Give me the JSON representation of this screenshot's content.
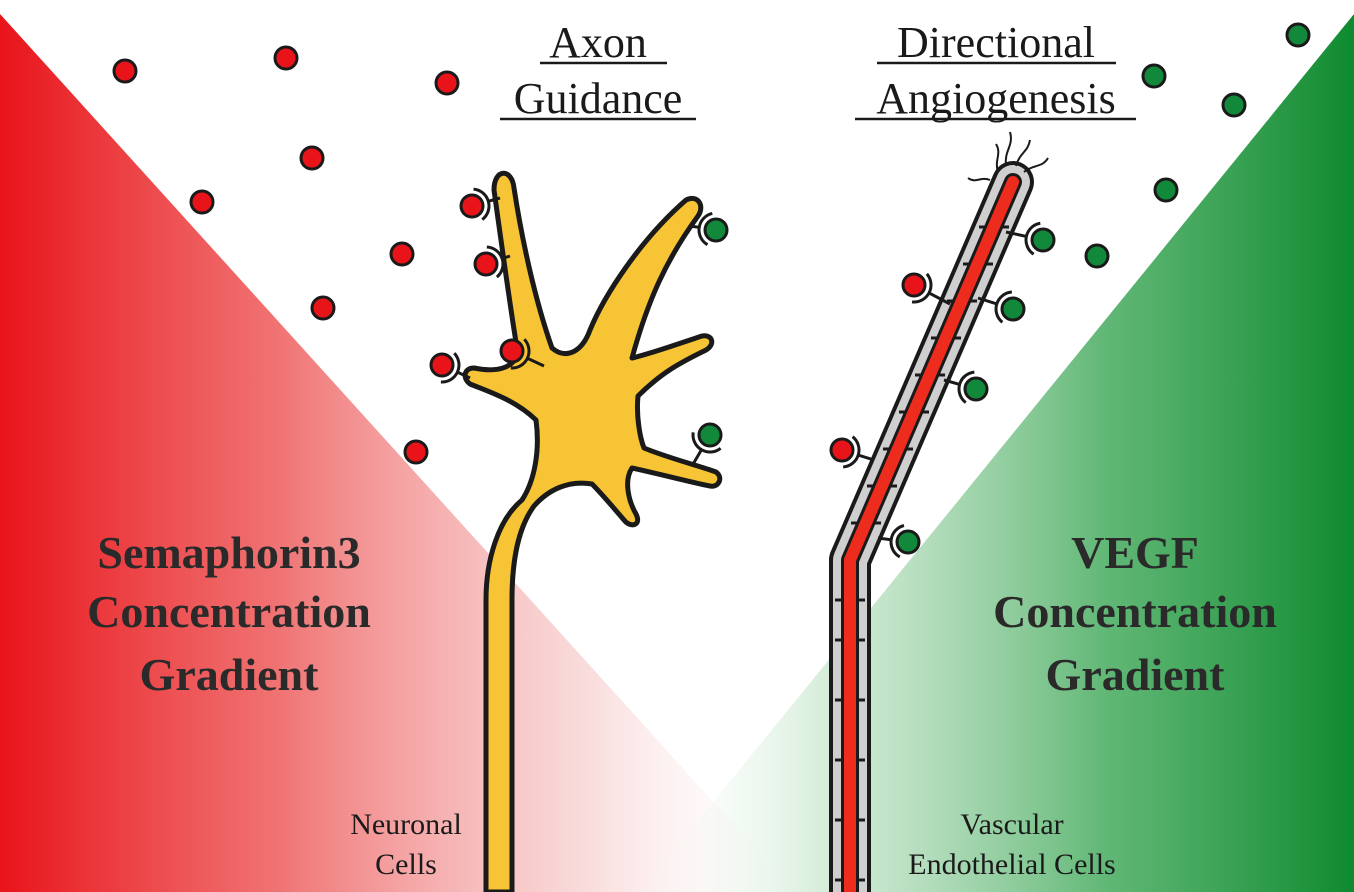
{
  "headings": {
    "axon": [
      "Axon",
      "Guidance"
    ],
    "angio": [
      "Directional",
      "Angiogenesis"
    ]
  },
  "gradients": {
    "left": [
      "Semaphorin3",
      "Concentration",
      "Gradient"
    ],
    "right": [
      "VEGF",
      "Concentration",
      "Gradient"
    ]
  },
  "cell_labels": {
    "neuronal": [
      "Neuronal",
      "Cells"
    ],
    "vascular": [
      "Vascular",
      "Endothelial Cells"
    ]
  },
  "colors": {
    "semaphorin": "#e8141a",
    "vegf": "#12893a",
    "neuron_fill": "#f7c435",
    "vessel_core": "#ee2c1d",
    "vessel_cell": "#cfcfcf",
    "gradient_label": "#2a2a2a",
    "outline": "#1a1a1a"
  }
}
